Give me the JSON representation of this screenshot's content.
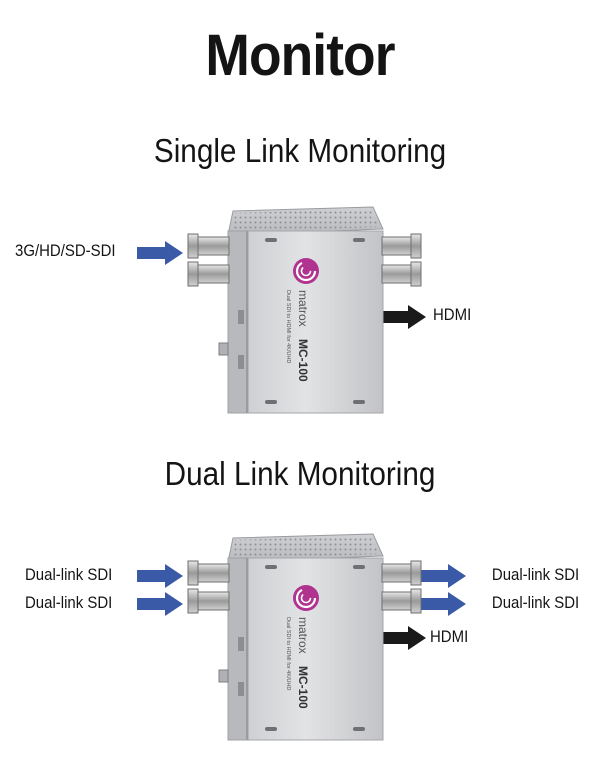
{
  "title": "Monitor",
  "single": {
    "heading": "Single Link Monitoring",
    "input_label": "3G/HD/SD-SDI",
    "output_label": "HDMI"
  },
  "dual": {
    "heading": "Dual Link Monitoring",
    "inputs": [
      "Dual-link SDI",
      "Dual-link SDI"
    ],
    "outputs": [
      "Dual-link SDI",
      "Dual-link SDI"
    ],
    "hdmi_label": "HDMI"
  },
  "device": {
    "brand": "matrox",
    "model": "MC-100",
    "description": "Dual SDI to HDMI for 4K/UHD"
  },
  "colors": {
    "input_arrow": "#3a5aa8",
    "output_arrow": "#1a1a1a",
    "logo": "#b0338f"
  }
}
